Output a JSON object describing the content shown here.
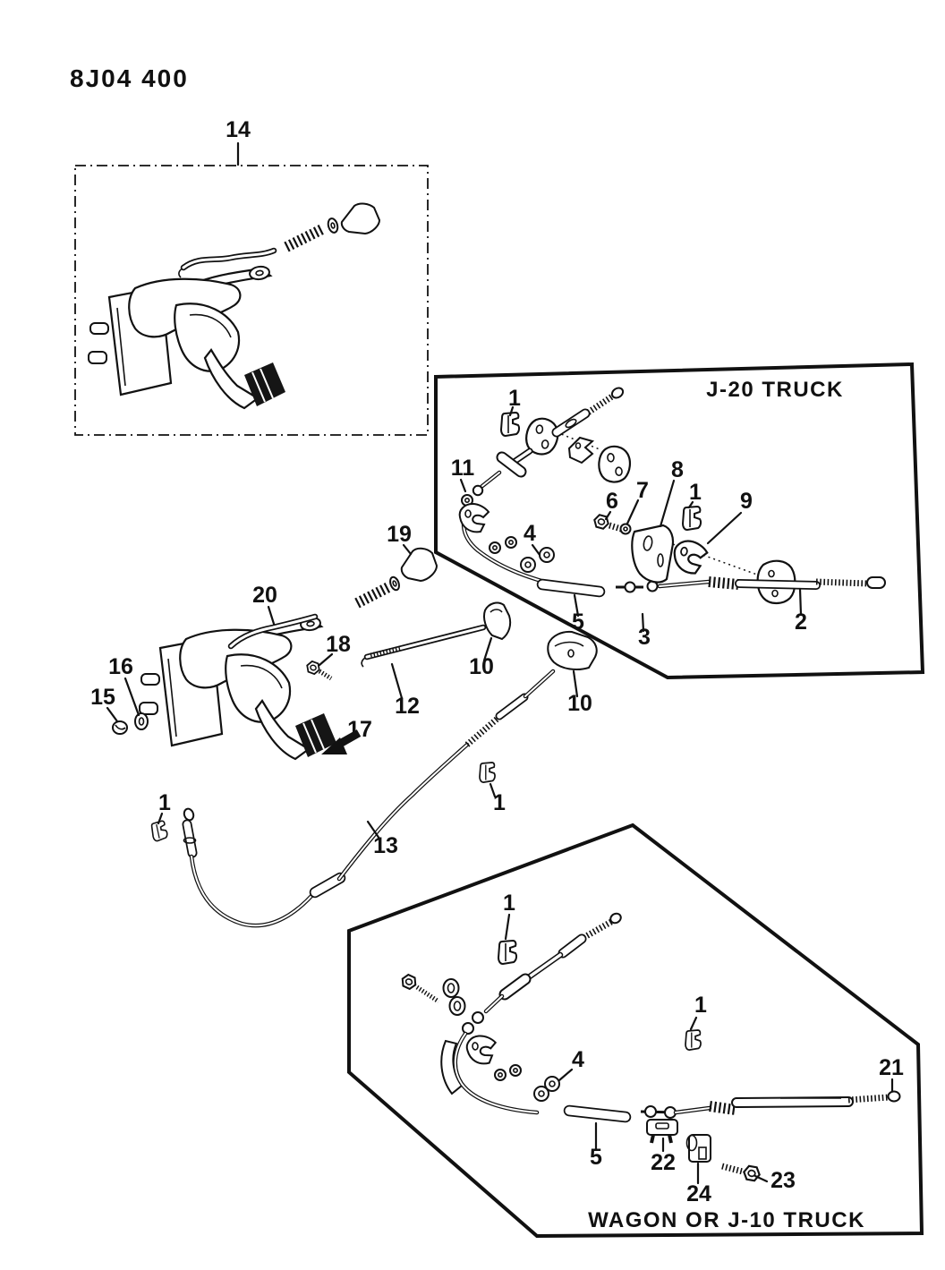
{
  "page": {
    "background": "#ffffff",
    "ink": "#111111"
  },
  "header": {
    "code": "8J04 400"
  },
  "sections": {
    "inset_box": {
      "name": "pedal assembly inset"
    },
    "j20": {
      "title": "J-20 TRUCK"
    },
    "wagon": {
      "title": "WAGON OR J-10 TRUCK"
    }
  },
  "callouts": {
    "inset": {
      "c14": "14"
    },
    "j20": {
      "c1a": "1",
      "c11": "11",
      "c4": "4",
      "c6": "6",
      "c7": "7",
      "c8": "8",
      "c1b": "1",
      "c9": "9",
      "c5": "5",
      "c3": "3",
      "c2": "2"
    },
    "main": {
      "c19": "19",
      "c20": "20",
      "c18": "18",
      "c16": "16",
      "c15": "15",
      "c17": "17",
      "c12": "12",
      "c10a": "10",
      "c10b": "10",
      "c13": "13",
      "c1a": "1",
      "c1b": "1"
    },
    "wagon": {
      "c1a": "1",
      "c1b": "1",
      "c4": "4",
      "c5": "5",
      "c21": "21",
      "c22": "22",
      "c23": "23",
      "c24": "24"
    }
  }
}
